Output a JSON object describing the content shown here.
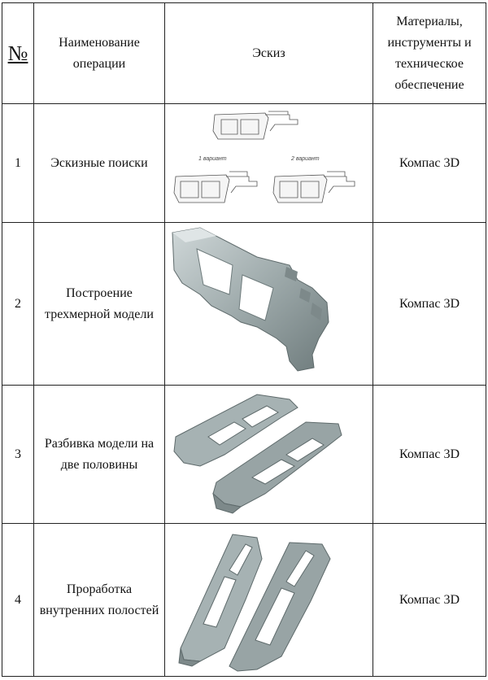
{
  "table": {
    "headers": {
      "num": "№",
      "name": "Наименование операции",
      "sketch": "Эскиз",
      "materials": "Материалы, инструменты и техническое обеспечение"
    },
    "rows": [
      {
        "num": "1",
        "name": "Эскизные поиски",
        "sketch_labels": [
          "1 вариант",
          "2 вариант"
        ],
        "materials": "Компас 3D"
      },
      {
        "num": "2",
        "name": "Построение трехмерной модели",
        "materials": "Компас 3D"
      },
      {
        "num": "3",
        "name": "Разбивка модели на две половины",
        "materials": "Компас 3D"
      },
      {
        "num": "4",
        "name": "Проработка внутренних полостей",
        "materials": "Компас 3D"
      }
    ]
  },
  "colors": {
    "model_fill": "#9eaaab",
    "model_dark": "#6e7b7c",
    "model_light": "#cfd7d8",
    "line": "#222222"
  }
}
